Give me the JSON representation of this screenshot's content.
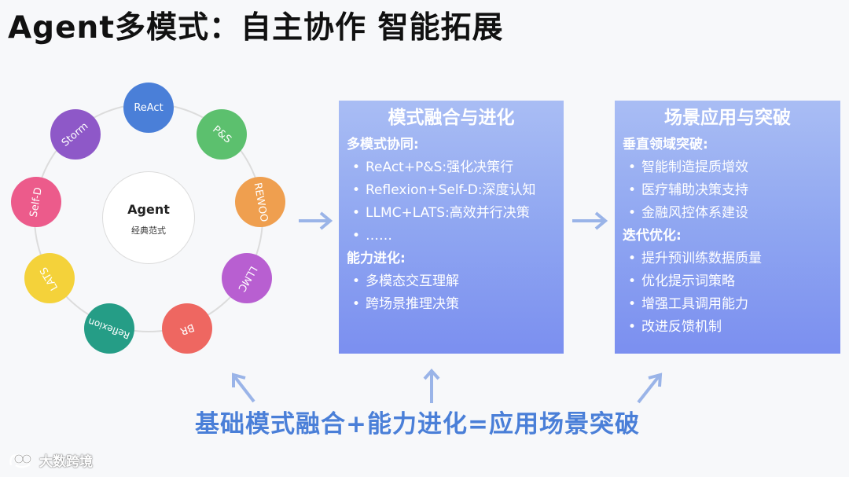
{
  "title": "Agent多模式：自主协作 智能拓展",
  "center": {
    "title": "Agent",
    "subtitle": "经典范式"
  },
  "nodes": [
    {
      "label": "ReAct",
      "color": "#4a7fd8",
      "icon": "react-node"
    },
    {
      "label": "P&S",
      "color": "#5cc06e",
      "icon": "ps-node"
    },
    {
      "label": "REWOO",
      "color": "#ef9f4f",
      "icon": "rewoo-node"
    },
    {
      "label": "LLMC",
      "color": "#b85fd1",
      "icon": "llmc-node"
    },
    {
      "label": "BR",
      "color": "#ee6761",
      "icon": "br-node"
    },
    {
      "label": "Reflexion",
      "color": "#259d86",
      "icon": "reflexion-node"
    },
    {
      "label": "LATS",
      "color": "#f4d23a",
      "icon": "lats-node"
    },
    {
      "label": "Self-D",
      "color": "#ec5b8b",
      "icon": "self-d-node"
    },
    {
      "label": "Storm",
      "color": "#8e58c8",
      "icon": "storm-node"
    }
  ],
  "left_panel": {
    "title": "模式融合与进化",
    "sections": [
      {
        "heading": "多模式协同:",
        "items": [
          "ReAct+P&S:强化决策行",
          "Reflexion+Self-D:深度认知",
          "LLMC+LATS:高效并行决策",
          "……"
        ]
      },
      {
        "heading": "能力进化:",
        "items": [
          "多模态交互理解",
          "跨场景推理决策"
        ]
      }
    ]
  },
  "right_panel": {
    "title": "场景应用与突破",
    "sections": [
      {
        "heading": "垂直领域突破:",
        "items": [
          "智能制造提质增效",
          "医疗辅助决策支持",
          "金融风控体系建设"
        ]
      },
      {
        "heading": "迭代优化:",
        "items": [
          "提升预训练数据质量",
          "优化提示词策略",
          "增强工具调用能力",
          "改进反馈机制"
        ]
      }
    ]
  },
  "bottom_text": "基础模式融合+能力进化=应用场景突破",
  "logo": {
    "text": "大数跨境"
  },
  "colors": {
    "accent": "#4a7fd8",
    "arrow": "#9ab4e8",
    "panel_top": "#a9bdf4",
    "panel_bottom": "#7b8ff0"
  }
}
